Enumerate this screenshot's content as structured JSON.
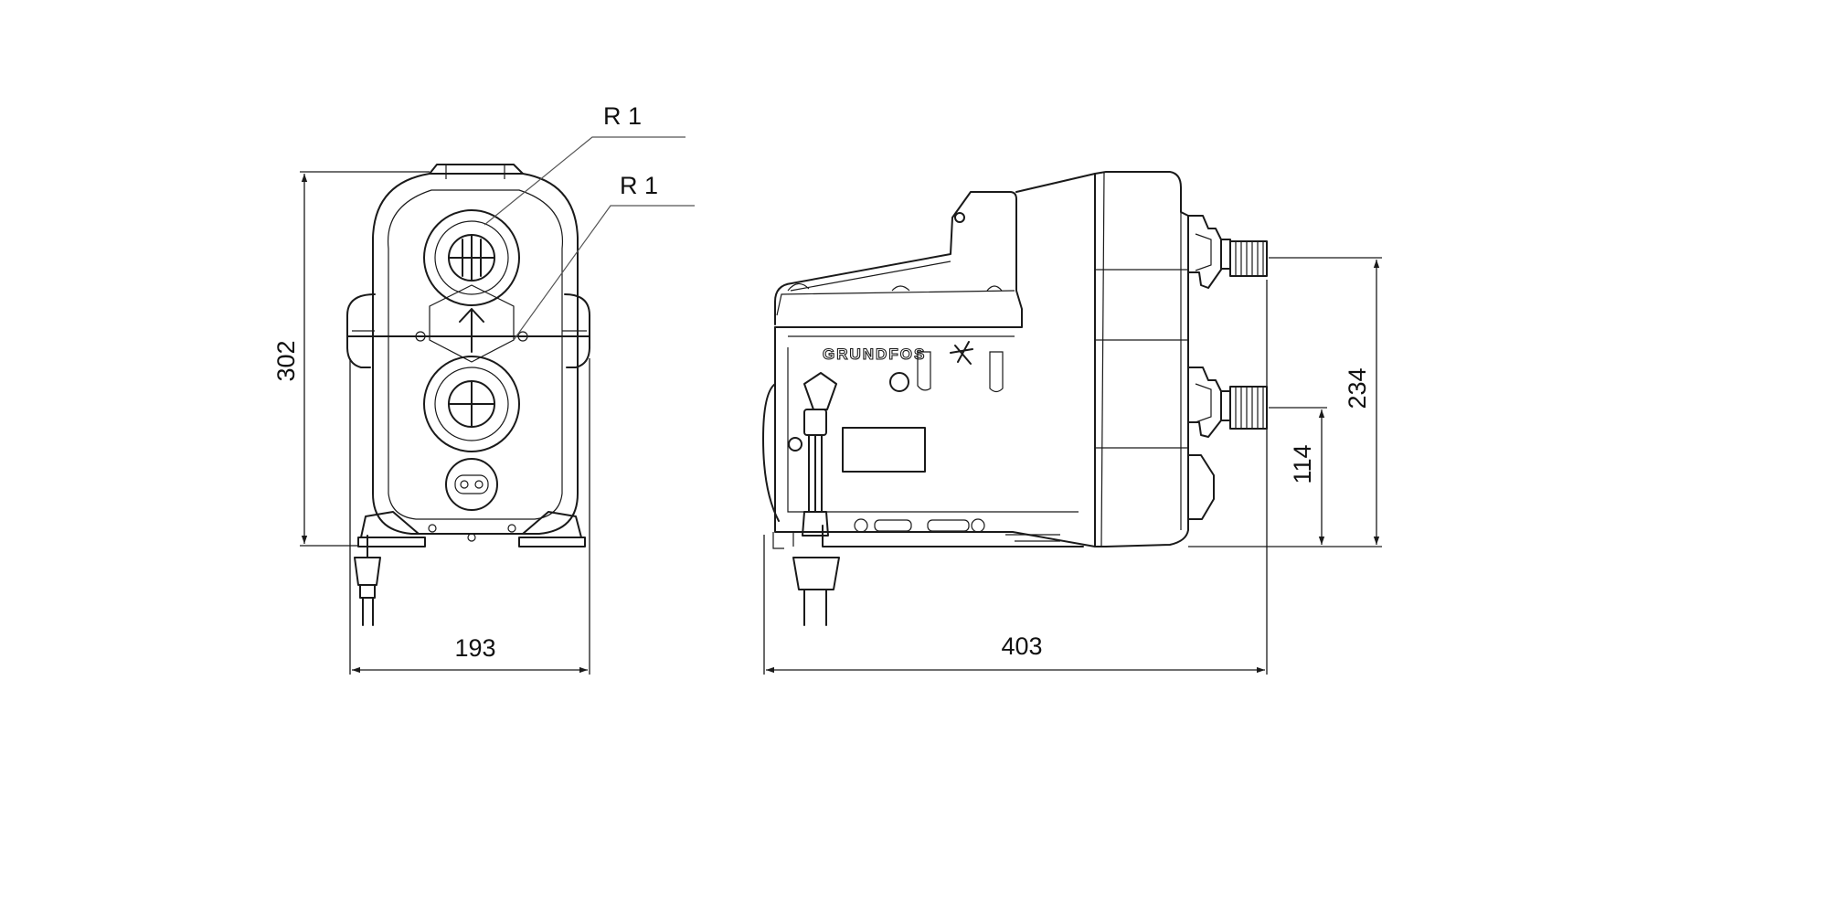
{
  "front_view": {
    "thread_top": "R 1",
    "thread_bottom": "R 1",
    "height_dim": "302",
    "width_dim": "193"
  },
  "side_view": {
    "brand_logo": "GRUNDFOS",
    "length_dim": "403",
    "outlet_height_dim": "234",
    "inlet_height_dim": "114"
  },
  "colors": {
    "line": "#1a1a1a",
    "background": "#ffffff"
  }
}
